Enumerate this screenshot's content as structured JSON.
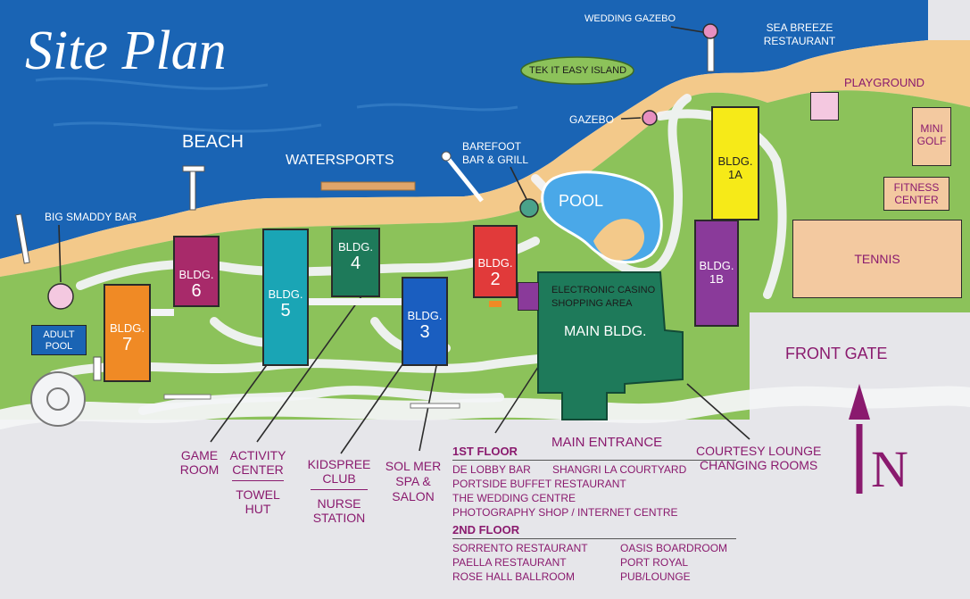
{
  "title": "Site Plan",
  "colors": {
    "sea": "#1a64b4",
    "land": "#8cc25a",
    "sand": "#f3c98a",
    "path": "#f3f4f6",
    "ground": "#e6e6ea",
    "accent": "#8a1a6e"
  },
  "labels": {
    "beach": "BEACH",
    "watersports": "WATERSPORTS",
    "big_smaddy_bar": "BIG SMADDY BAR",
    "adult_pool": [
      "ADULT",
      "POOL"
    ],
    "barefoot": [
      "BAREFOOT",
      "BAR & GRILL"
    ],
    "pool": "POOL",
    "tek_it_easy": "TEK IT EASY ISLAND",
    "wedding_gazebo": "WEDDING GAZEBO",
    "gazebo": "GAZEBO",
    "sea_breeze": [
      "SEA BREEZE",
      "RESTAURANT"
    ],
    "playground": "PLAYGROUND",
    "mini_golf": [
      "MINI",
      "GOLF"
    ],
    "fitness": [
      "FITNESS",
      "CENTER"
    ],
    "tennis": "TENNIS",
    "front_gate": "FRONT GATE",
    "electronic_casino": [
      "ELECTRONIC CASINO",
      "SHOPPING AREA"
    ],
    "main_bldg": "MAIN BLDG.",
    "main_entrance": "MAIN ENTRANCE",
    "courtesy": [
      "COURTESY LOUNGE",
      "CHANGING ROOMS"
    ],
    "game_room": [
      "GAME",
      "ROOM"
    ],
    "activity": [
      "ACTIVITY",
      "CENTER"
    ],
    "towel": [
      "TOWEL",
      "HUT"
    ],
    "kidspree": [
      "KIDSPREE",
      "CLUB"
    ],
    "nurse": [
      "NURSE",
      "STATION"
    ],
    "solmer": [
      "SOL MER",
      "SPA &",
      "SALON"
    ],
    "north": "N"
  },
  "buildings": {
    "b1a": {
      "t": "BLDG.",
      "n": "1A"
    },
    "b1b": {
      "t": "BLDG.",
      "n": "1B"
    },
    "b2": {
      "t": "BLDG.",
      "n": "2"
    },
    "b3": {
      "t": "BLDG.",
      "n": "3"
    },
    "b4": {
      "t": "BLDG.",
      "n": "4"
    },
    "b5": {
      "t": "BLDG.",
      "n": "5"
    },
    "b6": {
      "t": "BLDG.",
      "n": "6"
    },
    "b7": {
      "t": "BLDG.",
      "n": "7"
    }
  },
  "main_building_floors": {
    "first": {
      "heading": "1ST FLOOR",
      "rows": [
        {
          "left": "DE LOBBY BAR",
          "right": "SHANGRI LA COURTYARD"
        },
        {
          "left": "PORTSIDE BUFFET RESTAURANT",
          "right": ""
        },
        {
          "left": "THE WEDDING CENTRE",
          "right": ""
        },
        {
          "left": "PHOTOGRAPHY SHOP / INTERNET CENTRE",
          "right": ""
        }
      ]
    },
    "second": {
      "heading": "2ND FLOOR",
      "rows": [
        {
          "left": "SORRENTO RESTAURANT",
          "right": "OASIS BOARDROOM"
        },
        {
          "left": "PAELLA RESTAURANT",
          "right": "PORT ROYAL PUB/LOUNGE"
        },
        {
          "left": "ROSE HALL BALLROOM",
          "right": ""
        }
      ]
    }
  }
}
